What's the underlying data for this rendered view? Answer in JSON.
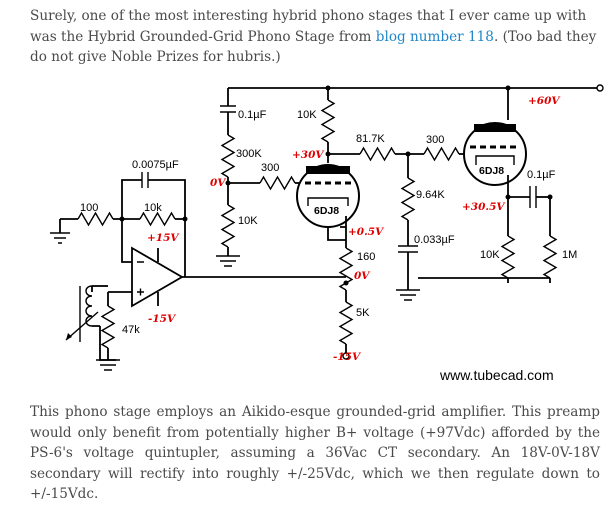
{
  "intro": {
    "before_link": "Surely, one of the most interesting hybrid phono stages that I ever came up with was the Hybrid Grounded-Grid Phono Stage from ",
    "link_text": "blog number 118",
    "after_link": ". (Too bad they do not give Noble Prizes for hubris.)"
  },
  "schematic": {
    "labels": {
      "cap_01": "0.1µF",
      "r_10k_top": "10K",
      "v_plus60": "+60V",
      "r_81k7": "81.7K",
      "r_300_grid": "300",
      "r_300k": "300K",
      "v_plus30": "+30V",
      "cap_0075": "0.0075µF",
      "r_300_in": "300",
      "v_0v_left": "0V",
      "r_10k_div": "10K",
      "tube_left": "6DJ8",
      "tube_right": "6DJ8",
      "r_9k64": "9.64K",
      "cap_01_out": "0.1µF",
      "v_plus30_5": "+30.5V",
      "r_100": "100",
      "r_10k_fb": "10k",
      "v_plus15": "+15V",
      "v_plus0_5": "+0.5V",
      "r_160": "160",
      "cap_033": "0.033µF",
      "r_10k_right": "10K",
      "r_1m": "1M",
      "v_0v_mid": "0V",
      "r_47k": "47k",
      "v_minus15_opamp": "-15V",
      "r_5k": "5K",
      "v_minus15_bottom": "-15V",
      "site": "www.tubecad.com"
    }
  },
  "body_text": "This phono stage employs an Aikido-esque grounded-grid amplifier. This preamp would only benefit from potentially higher B+ voltage (+97Vdc) afforded by the PS-6's voltage quintupler, assuming a 36Vac CT secondary. An 18V-0V-18V secondary will rectify into roughly +/-25Vdc, which we then regulate down to +/-15Vdc.",
  "colors": {
    "link": "#1f87c9",
    "voltage_label": "#e00000",
    "text": "#4a4a4a"
  }
}
